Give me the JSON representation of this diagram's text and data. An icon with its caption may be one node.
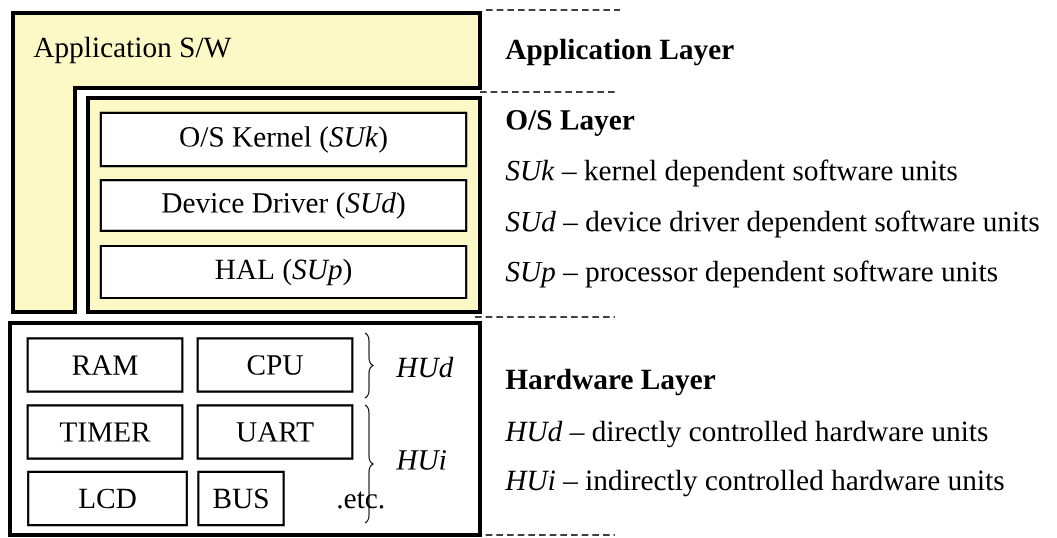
{
  "diagram": {
    "nodes": [
      {
        "text": [
          "Application S/W"
        ]
      },
      {
        "text": [],
        "shape": "box"
      },
      {
        "text": [
          "O/S Kernel (*SUk*)"
        ],
        "in": 1
      },
      {
        "text": [
          "Device Driver (*SUd*)"
        ],
        "in": 1
      },
      {
        "text": [
          "HAL (*SUp*)"
        ],
        "in": 1
      },
      {
        "text": [],
        "shape": "box"
      },
      {
        "text": [
          "RAM"
        ],
        "in": 5
      },
      {
        "text": [
          "CPU"
        ],
        "in": 5
      },
      {
        "text": [
          "TIMER"
        ],
        "in": 5
      },
      {
        "text": [
          "UART"
        ],
        "in": 5
      },
      {
        "text": [
          "LCD"
        ],
        "in": 5
      },
      {
        "text": [
          "BUS"
        ],
        "in": 5
      }
    ],
    "labels": [
      "Application Layer",
      "O/S Layer",
      "*SUk* – kernel dependent software units",
      "*SUd* – device driver dependent software units",
      "*SUp* – processor dependent software units",
      "HUd",
      "HUi",
      ".etc.",
      "Hardware Layer",
      "*HUd* – directly controlled hardware units",
      "*HUi* – indirectly controlled hardware units"
    ]
  }
}
